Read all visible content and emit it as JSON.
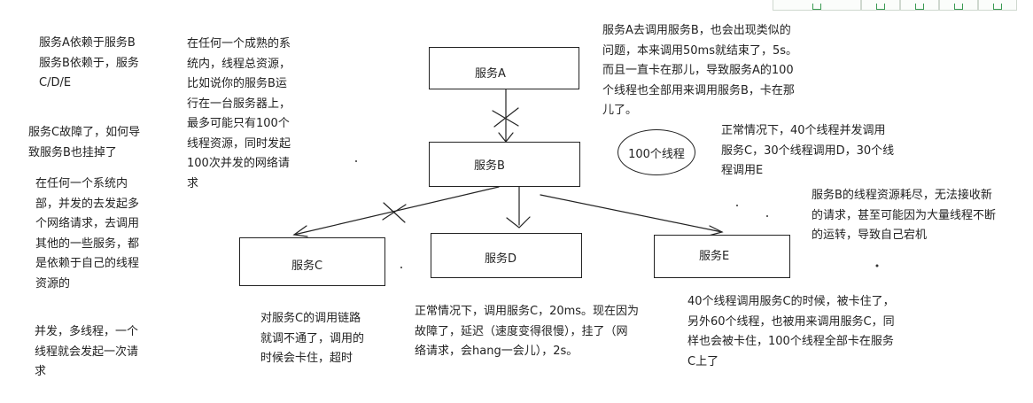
{
  "boxes": {
    "a": {
      "label": "服务A"
    },
    "b": {
      "label": "服务B"
    },
    "c": {
      "label": "服务C"
    },
    "d": {
      "label": "服务D"
    },
    "e": {
      "label": "服务E"
    }
  },
  "ellipse_label": "100个线程",
  "notes": {
    "n1": "服务A依赖于服务B\n服务B依赖于，服务\nC/D/E",
    "n2": "服务C故障了，如何导\n致服务B也挂掉了",
    "n3": "在任何一个系统内\n部，并发的去发起多\n个网络请求，去调用\n其他的一些服务，都\n是依赖于自己的线程\n资源的",
    "n4": "并发，多线程，一个\n线程就会发起一次请\n求",
    "n5": "在任何一个成熟的系\n统内，线程总资源，\n比如说你的服务B运\n行在一台服务器上，\n最多可能只有100个\n线程资源，同时发起\n100次并发的网络请\n求",
    "n6": "服务A去调用服务B，也会出现类似的\n问题，本来调用50ms就结束了，5s。\n而且一直卡在那儿，导致服务A的100\n个线程也全部用来调用服务B，卡在那\n儿了。",
    "n7": "正常情况下，40个线程并发调用\n服务C，30个线程调用D，30个线\n程调用E",
    "n8": "服务B的线程资源耗尽，无法接收新\n的请求，甚至可能因为大量线程不断\n的运转，导致自己宕机",
    "n9": "对服务C的调用链路\n就调不通了，调用的\n时候会卡住，超时",
    "n10": "正常情况下，调用服务C，20ms。现在因为\n故障了，延迟（速度变得很慢），挂了（网\n络请求，会hang一会儿），2s。",
    "n11": "40个线程调用服务C的时候，被卡住了，\n另外60个线程，也被用来调用服务C，同\n样也会被卡住，100个线程全部卡在服务\nC上了"
  }
}
